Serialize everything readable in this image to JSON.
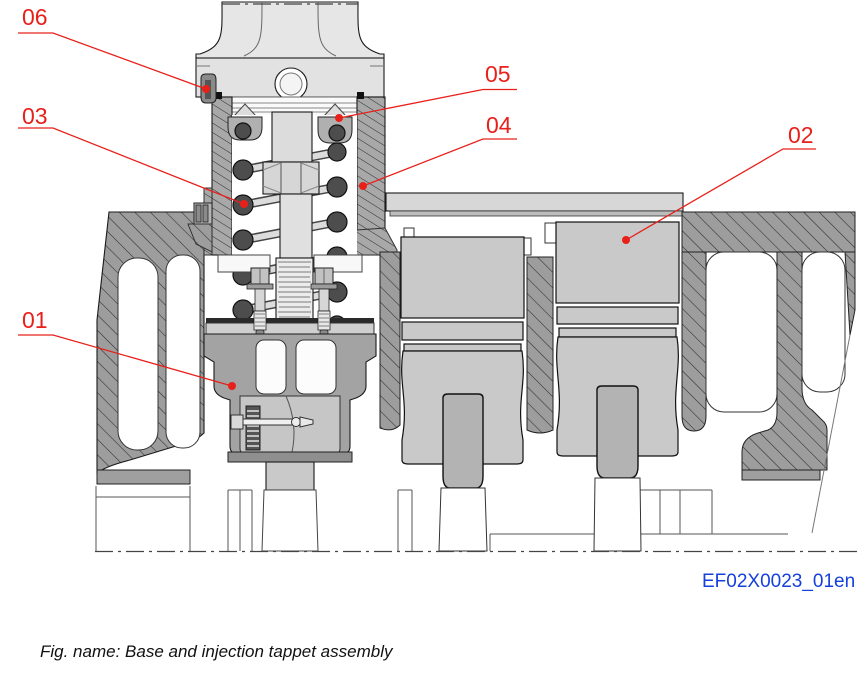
{
  "figure": {
    "drawing_code": "EF02X0023_01en",
    "caption": "Fig. name: Base and injection tappet assembly"
  },
  "callouts": [
    {
      "label": "01"
    },
    {
      "label": "02"
    },
    {
      "label": "03"
    },
    {
      "label": "04"
    },
    {
      "label": "05"
    },
    {
      "label": "06"
    }
  ],
  "colors": {
    "callout_red": "#e8201a",
    "drawing_code_blue": "#1540dc",
    "hatch_gray": "#9d9d9d",
    "part_light_gray": "#c9c9c9",
    "outline_black": "#1a1a1a"
  }
}
